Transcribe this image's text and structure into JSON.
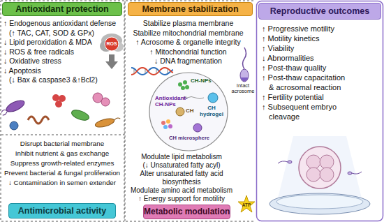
{
  "diagram": {
    "nodes": [
      {
        "text": [
          "Antioxidant protection",
          "↑ Endogenous antioxidant defense",
          "(↑ TAC, CAT, SOD & GPx)",
          "↓ Lipid peroxidation & MDA",
          "↓ ROS & free radicals",
          "↓ Oxidative stress",
          "↓ Apoptosis",
          "(↓ Bax & caspase3 &↑Bcl2)"
        ]
      },
      {
        "text": [
          "Membrane stabilization",
          "Stabilize plasma membrane",
          "Stabilize mitochondrial membrane",
          "↑ Acrosome & organelle integrity",
          "↑ Mitochondrial function",
          "↓ DNA fragmentation"
        ]
      },
      {
        "text": [
          "Reproductive outcomes",
          "↑ Progressive motility",
          "↑ Motility kinetics",
          "↑ Viability",
          "↓ Abnormalities",
          "↑ Post-thaw quality",
          "↑ Post-thaw capacitation",
          "& acrosomal reaction",
          "↑ Fertility potential",
          "↑ Subsequent embryo",
          "cleavage"
        ]
      },
      {
        "text": [
          "Antimicrobial activity",
          "Disrupt bacterial membrane",
          "Inhibit nutrient & gas exchange",
          "Suppress growth-related enzymes",
          "Prevent bacterial & fungal proliferation",
          "↓ Contamination in semen extender"
        ]
      },
      {
        "text": [
          "Metabolic modulation",
          "Modulate lipid metabolism",
          "(↓ Unsaturated fatty acyl)",
          "Alter unsaturated fatty acid",
          "biosynthesis",
          "Modulate amino acid metabolism",
          "↑ Energy support for motility"
        ]
      }
    ],
    "labels": [
      "ROS",
      "CH-NPs",
      "Antioxidant-CH-NPs",
      "CH",
      "CH hydrogel",
      "CH microsphere",
      "Intact acrosome",
      "ATP"
    ]
  }
}
